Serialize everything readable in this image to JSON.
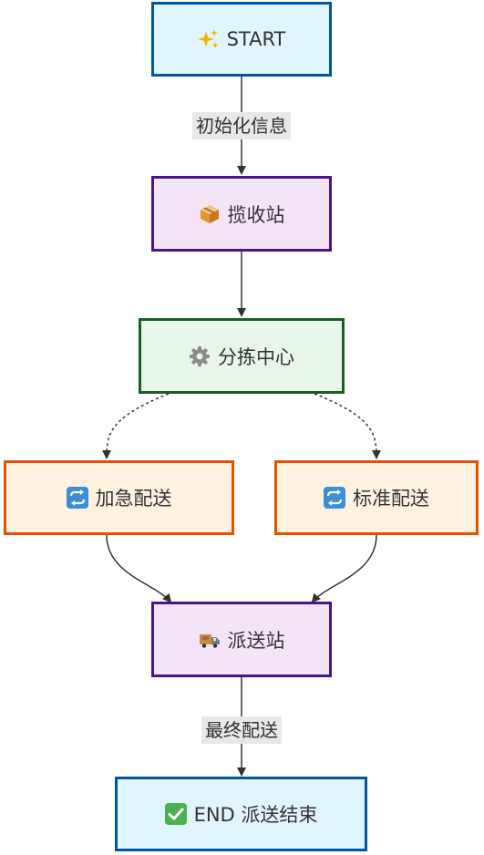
{
  "nodes": {
    "start": {
      "label": "START",
      "icon": "sparkles-icon",
      "fill": "#e1f5fe",
      "stroke": "#01579b"
    },
    "pickup": {
      "label": "揽收站",
      "icon": "package-icon",
      "fill": "#f3e5f5",
      "stroke": "#4a148c"
    },
    "sorting": {
      "label": "分拣中心",
      "icon": "gear-icon",
      "fill": "#e8f5e9",
      "stroke": "#1b5e20"
    },
    "express": {
      "label": "加急配送",
      "icon": "cycle-arrows-icon",
      "fill": "#fff3e0",
      "stroke": "#e65100"
    },
    "standard": {
      "label": "标准配送",
      "icon": "cycle-arrows-icon",
      "fill": "#fff3e0",
      "stroke": "#e65100"
    },
    "dispatch": {
      "label": "派送站",
      "icon": "delivery-truck-icon",
      "fill": "#f3e5f5",
      "stroke": "#4a148c"
    },
    "end": {
      "label": "END 派送结束",
      "icon": "check-mark-icon",
      "fill": "#e1f5fe",
      "stroke": "#01579b"
    }
  },
  "edges": {
    "init_label": "初始化信息",
    "final_label": "最终配送"
  }
}
